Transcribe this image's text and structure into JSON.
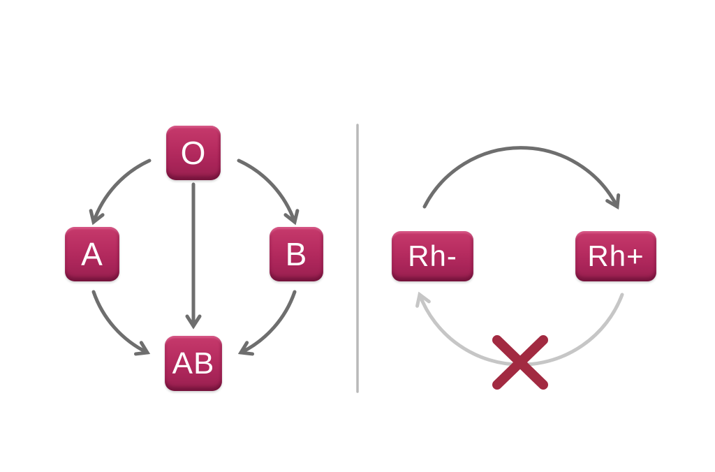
{
  "diagram": {
    "abo": {
      "nodes": [
        {
          "id": "O",
          "label": "O"
        },
        {
          "id": "A",
          "label": "A"
        },
        {
          "id": "B",
          "label": "B"
        },
        {
          "id": "AB",
          "label": "AB"
        }
      ],
      "edges": [
        {
          "from": "O",
          "to": "A"
        },
        {
          "from": "O",
          "to": "B"
        },
        {
          "from": "O",
          "to": "AB"
        },
        {
          "from": "A",
          "to": "AB"
        },
        {
          "from": "B",
          "to": "AB"
        }
      ]
    },
    "rh": {
      "nodes": [
        {
          "id": "Rh-",
          "label": "Rh-"
        },
        {
          "id": "Rh+",
          "label": "Rh+"
        }
      ],
      "edges": [
        {
          "from": "Rh-",
          "to": "Rh+",
          "allowed": true
        },
        {
          "from": "Rh+",
          "to": "Rh-",
          "allowed": false,
          "marker": "cross"
        }
      ]
    },
    "colors": {
      "node_fill_top": "#c63a6c",
      "node_fill_bottom": "#97204e",
      "node_text": "#ffffff",
      "arrow_dark": "#6e6e6e",
      "arrow_light": "#c6c6c6",
      "cross": "#a22a41",
      "divider": "#b9b9b9",
      "background": "#ffffff"
    }
  }
}
